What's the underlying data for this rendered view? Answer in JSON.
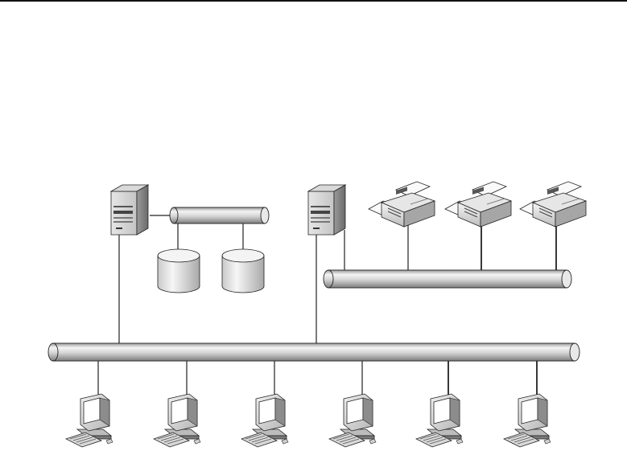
{
  "diagram": {
    "type": "network-topology",
    "nodes": [
      {
        "id": "server-1",
        "kind": "server-tower",
        "icon": "server-tower-icon"
      },
      {
        "id": "server-2",
        "kind": "server-tower",
        "icon": "server-tower-icon"
      },
      {
        "id": "storage-bus",
        "kind": "bus-cylinder"
      },
      {
        "id": "disk-1",
        "kind": "disk-storage",
        "icon": "disk-cylinder-icon"
      },
      {
        "id": "disk-2",
        "kind": "disk-storage",
        "icon": "disk-cylinder-icon"
      },
      {
        "id": "printer-bus",
        "kind": "bus-cylinder"
      },
      {
        "id": "printer-1",
        "kind": "printer",
        "icon": "printer-icon"
      },
      {
        "id": "printer-2",
        "kind": "printer",
        "icon": "printer-icon"
      },
      {
        "id": "printer-3",
        "kind": "printer",
        "icon": "printer-icon"
      },
      {
        "id": "main-bus",
        "kind": "bus-cylinder"
      },
      {
        "id": "workstation-1",
        "kind": "workstation",
        "icon": "workstation-icon"
      },
      {
        "id": "workstation-2",
        "kind": "workstation",
        "icon": "workstation-icon"
      },
      {
        "id": "workstation-3",
        "kind": "workstation",
        "icon": "workstation-icon"
      },
      {
        "id": "workstation-4",
        "kind": "workstation",
        "icon": "workstation-icon"
      },
      {
        "id": "workstation-5",
        "kind": "workstation",
        "icon": "workstation-icon"
      },
      {
        "id": "workstation-6",
        "kind": "workstation",
        "icon": "workstation-icon"
      }
    ],
    "edges": [
      [
        "server-1",
        "storage-bus"
      ],
      [
        "storage-bus",
        "disk-1"
      ],
      [
        "storage-bus",
        "disk-2"
      ],
      [
        "server-1",
        "main-bus"
      ],
      [
        "server-2",
        "main-bus"
      ],
      [
        "server-2",
        "printer-bus"
      ],
      [
        "printer-1",
        "printer-bus"
      ],
      [
        "printer-2",
        "printer-bus"
      ],
      [
        "printer-3",
        "printer-bus"
      ],
      [
        "workstation-1",
        "main-bus"
      ],
      [
        "workstation-2",
        "main-bus"
      ],
      [
        "workstation-3",
        "main-bus"
      ],
      [
        "workstation-4",
        "main-bus"
      ],
      [
        "workstation-5",
        "main-bus"
      ],
      [
        "workstation-6",
        "main-bus"
      ]
    ],
    "colors": {
      "line": "#222222",
      "bus_light": "#f4f4f4",
      "bus_mid": "#cfcfcf",
      "bus_dark": "#8a8a8a",
      "device_light": "#f2f2f2",
      "device_mid": "#bfbfbf",
      "device_dark": "#6e6e6e",
      "top_rule": "#111111"
    }
  }
}
